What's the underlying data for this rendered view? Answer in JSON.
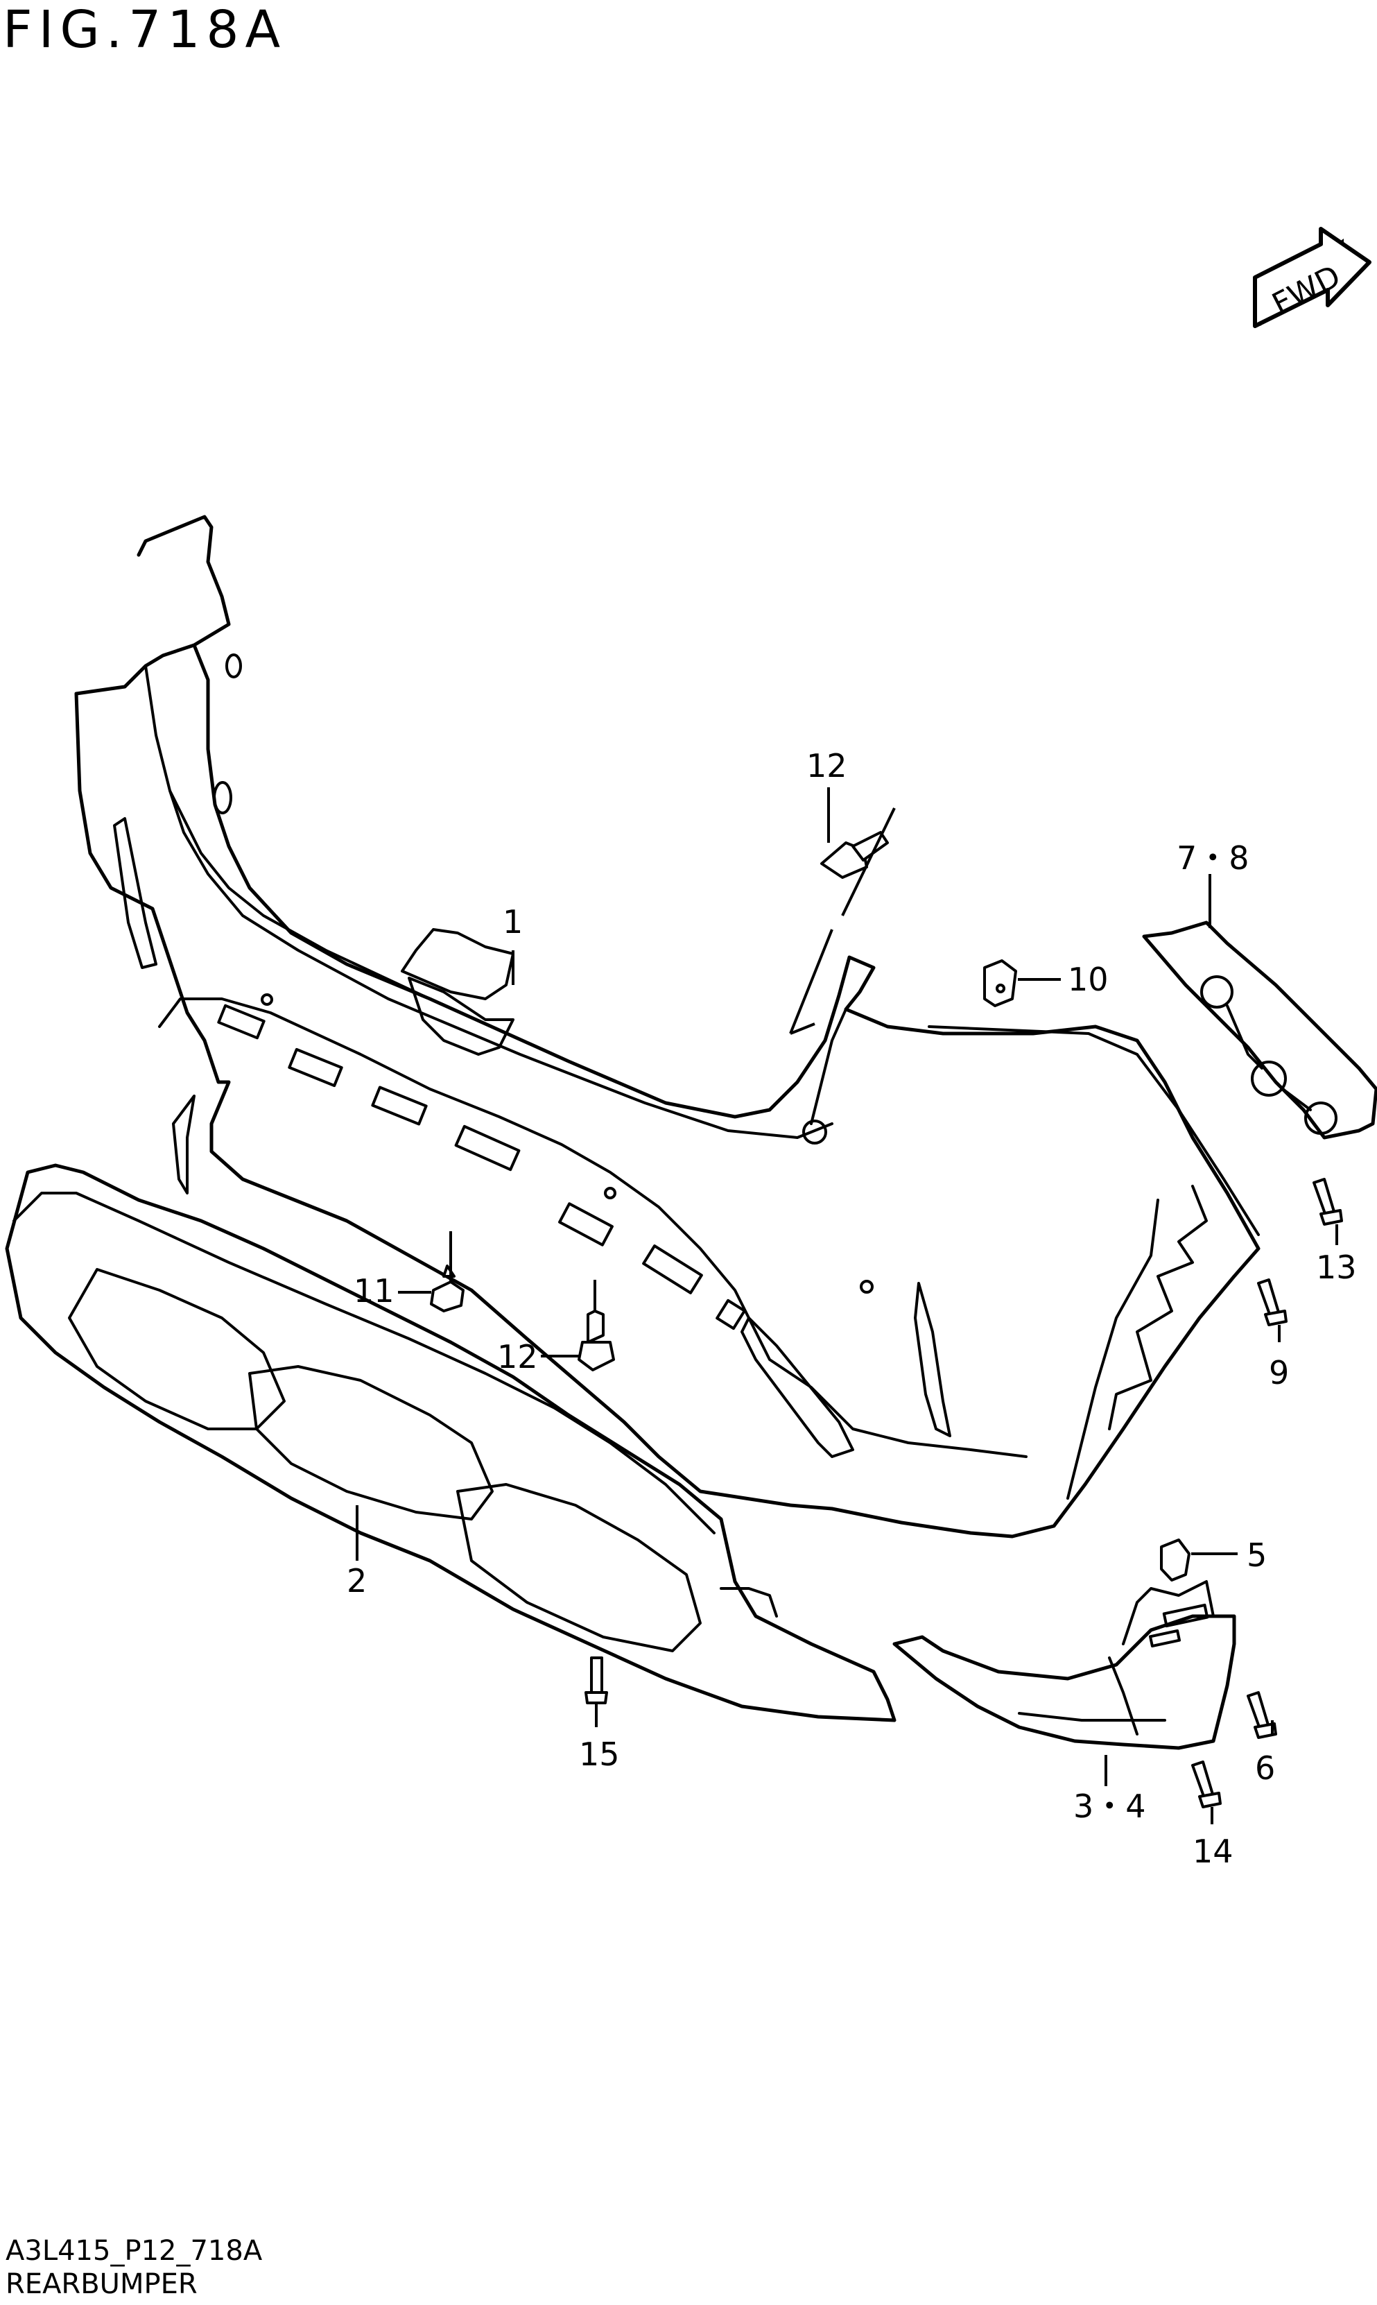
{
  "figure": {
    "title": "FIG.718A",
    "code": "A3L415_P12_718A",
    "caption": "REARBUMPER",
    "fwd_label": "FWD"
  },
  "callouts": {
    "c1": "1",
    "c2": "2",
    "c3_4": "3・4",
    "c5": "5",
    "c6": "6",
    "c7_8": "7・8",
    "c9": "9",
    "c10": "10",
    "c11": "11",
    "c12_top": "12",
    "c12_bottom": "12",
    "c13": "13",
    "c14": "14",
    "c15": "15"
  }
}
